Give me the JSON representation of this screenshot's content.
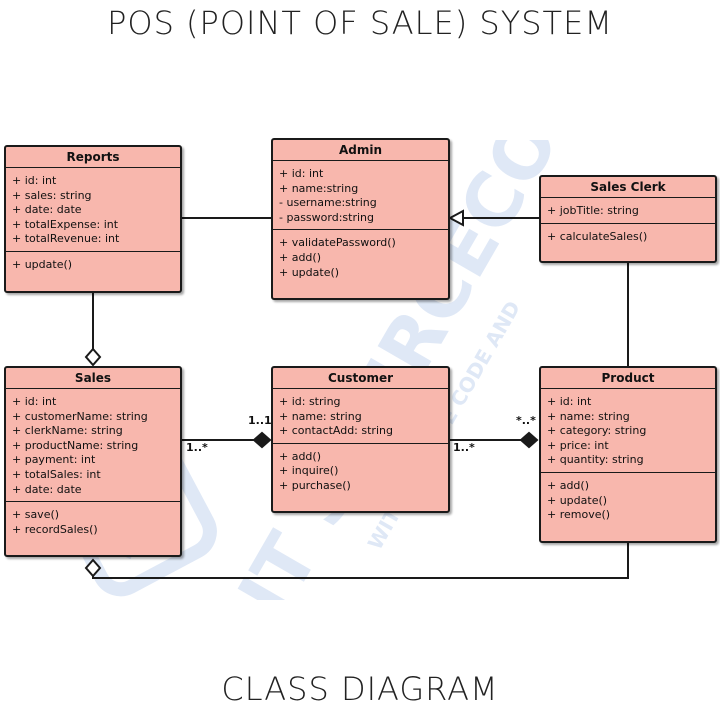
{
  "title": "POS (POINT OF SALE) SYSTEM",
  "footer": "CLASS DIAGRAM",
  "watermark": {
    "text": "IT SOURCECODE",
    "subtext": "WITH SOURCE CODE AND",
    "color": "#dfe8f6"
  },
  "colors": {
    "class_fill": "#f8b7ad",
    "border": "#1a1a1a"
  },
  "classes": {
    "reports": {
      "name": "Reports",
      "attributes": [
        "+ id: int",
        "+ sales: string",
        "+ date: date",
        "+ totalExpense: int",
        "+ totalRevenue: int"
      ],
      "methods": [
        "+ update()"
      ]
    },
    "admin": {
      "name": "Admin",
      "attributes": [
        "+ id: int",
        "+ name:string",
        "- username:string",
        "- password:string"
      ],
      "methods": [
        "+ validatePassword()",
        "+ add()",
        "+ update()"
      ]
    },
    "sales_clerk": {
      "name": "Sales Clerk",
      "attributes": [
        "+ jobTitle: string"
      ],
      "methods": [
        "+ calculateSales()"
      ]
    },
    "sales": {
      "name": "Sales",
      "attributes": [
        "+ id: int",
        "+ customerName: string",
        "+ clerkName: string",
        "+ productName: string",
        "+ payment: int",
        "+ totalSales: int",
        "+ date: date"
      ],
      "methods": [
        "+ save()",
        "+ recordSales()"
      ]
    },
    "customer": {
      "name": "Customer",
      "attributes": [
        "+ id: string",
        "+ name: string",
        "+ contactAdd: string"
      ],
      "methods": [
        "+ add()",
        "+ inquire()",
        "+ purchase()"
      ]
    },
    "product": {
      "name": "Product",
      "attributes": [
        "+ id: int",
        "+ name: string",
        "+ category: string",
        "+ price: int",
        "+ quantity: string"
      ],
      "methods": [
        "+ add()",
        "+ update()",
        "+ remove()"
      ]
    }
  },
  "relationships": [
    {
      "from": "Reports",
      "to": "Admin",
      "type": "association"
    },
    {
      "from": "Sales Clerk",
      "to": "Admin",
      "type": "generalization"
    },
    {
      "from": "Sales",
      "to": "Reports",
      "type": "aggregation"
    },
    {
      "from": "Sales",
      "to": "Customer",
      "type": "composition",
      "multiplicity_from": "1..*",
      "multiplicity_to": "1..1"
    },
    {
      "from": "Customer",
      "to": "Product",
      "type": "composition",
      "multiplicity_from": "1..*",
      "multiplicity_to": "*..*"
    },
    {
      "from": "Product",
      "to": "Sales",
      "type": "aggregation"
    },
    {
      "from": "Sales Clerk",
      "to": "Product",
      "type": "association"
    }
  ]
}
